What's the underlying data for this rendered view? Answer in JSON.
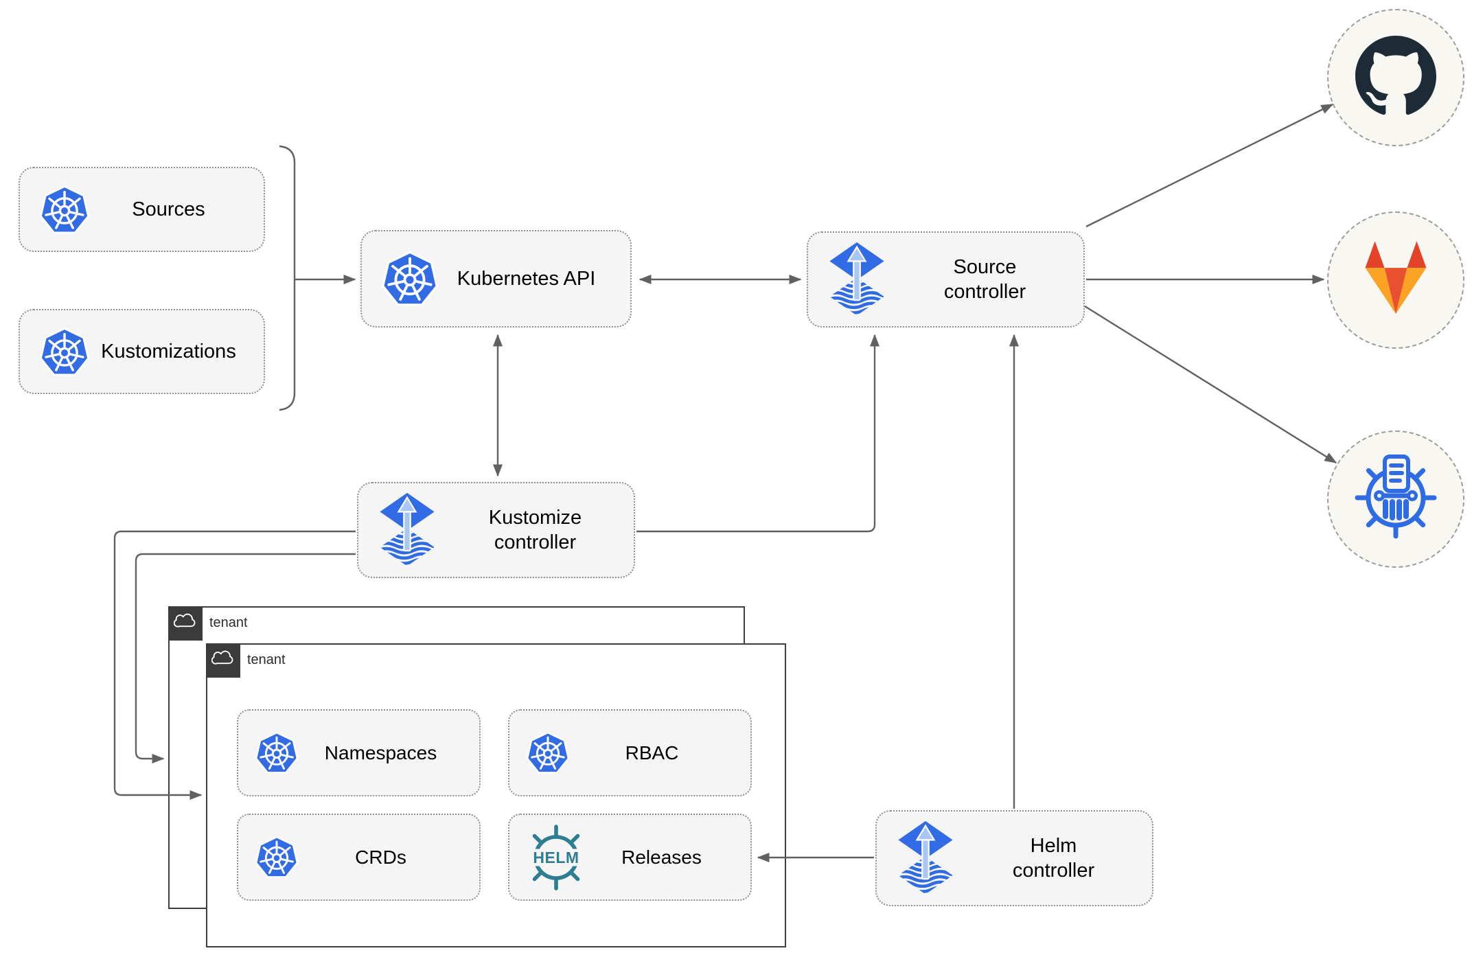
{
  "diagram": {
    "nodes": {
      "sources": {
        "label": "Sources",
        "icon": "kubernetes-icon"
      },
      "kustomizations": {
        "label": "Kustomizations",
        "icon": "kubernetes-icon"
      },
      "kubernetes_api": {
        "label": "Kubernetes API",
        "icon": "kubernetes-icon"
      },
      "source_controller": {
        "label": "Source controller",
        "icon": "flux-icon"
      },
      "kustomize_controller": {
        "label": "Kustomize controller",
        "icon": "flux-icon"
      },
      "helm_controller": {
        "label": "Helm controller",
        "icon": "flux-icon"
      },
      "namespaces": {
        "label": "Namespaces",
        "icon": "kubernetes-icon"
      },
      "rbac": {
        "label": "RBAC",
        "icon": "kubernetes-icon"
      },
      "crds": {
        "label": "CRDs",
        "icon": "kubernetes-icon"
      },
      "releases": {
        "label": "Releases",
        "icon": "helm-icon"
      }
    },
    "groups": {
      "tenant_back": {
        "label": "tenant",
        "icon": "cloud-icon"
      },
      "tenant_front": {
        "label": "tenant",
        "icon": "cloud-icon"
      }
    },
    "external": {
      "github": {
        "name": "GitHub"
      },
      "gitlab": {
        "name": "GitLab"
      },
      "chartmuseum": {
        "name": "ChartMuseum"
      }
    },
    "logo_text": {
      "helm": "HELM"
    },
    "colors": {
      "kubernetes_blue": "#326CE5",
      "flux_blue": "#316CE6",
      "flux_arrow_light": "#A9C7F4",
      "github_dark": "#1D2B36",
      "gitlab_red": "#E24329",
      "gitlab_center": "#E8502F",
      "gitlab_yellow": "#FCA326",
      "helm_teal": "#2D7D93",
      "chartmuseum_blue": "#2F6BE3",
      "line_gray": "#616161",
      "node_fill": "#F5F5F5",
      "node_border": "#8F8F8F",
      "tenant_border": "#3F3F3F",
      "tenant_label_bg": "#3B3B3B",
      "circle_fill": "#F8F7F2",
      "circle_border": "#9C9C9C"
    },
    "edges": [
      {
        "from": "sources/kustomizations",
        "to": "kubernetes_api",
        "type": "arrow"
      },
      {
        "from": "kubernetes_api",
        "to": "source_controller",
        "type": "double-arrow"
      },
      {
        "from": "kubernetes_api",
        "to": "kustomize_controller",
        "type": "double-arrow"
      },
      {
        "from": "kustomize_controller",
        "to": "source_controller",
        "type": "arrow"
      },
      {
        "from": "helm_controller",
        "to": "source_controller",
        "type": "arrow"
      },
      {
        "from": "helm_controller",
        "to": "releases",
        "type": "arrow"
      },
      {
        "from": "kustomize_controller",
        "to": "tenant_front",
        "type": "arrow"
      },
      {
        "from": "kustomize_controller",
        "to": "tenant_back",
        "type": "arrow"
      },
      {
        "from": "source_controller",
        "to": "github",
        "type": "arrow"
      },
      {
        "from": "source_controller",
        "to": "gitlab",
        "type": "arrow"
      },
      {
        "from": "source_controller",
        "to": "chartmuseum",
        "type": "arrow"
      }
    ]
  }
}
